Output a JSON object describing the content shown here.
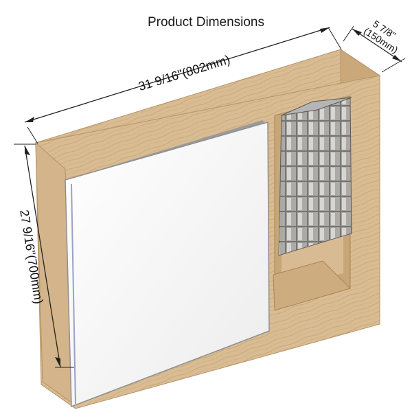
{
  "title": "Product Dimensions",
  "dimensions": {
    "width": "31 9/16\"(802mm)",
    "height": "27 9/16\"(700mm)",
    "depth_line1": "5 7/8\"",
    "depth_line2": "(150mm)"
  },
  "colors": {
    "wood": "#d9bc93",
    "wood_dark": "#c4a376",
    "wood_light": "#e6cfac",
    "mirror": "#f3f3f3",
    "shelf_glass": "#8a8a8a",
    "line": "#222222"
  }
}
